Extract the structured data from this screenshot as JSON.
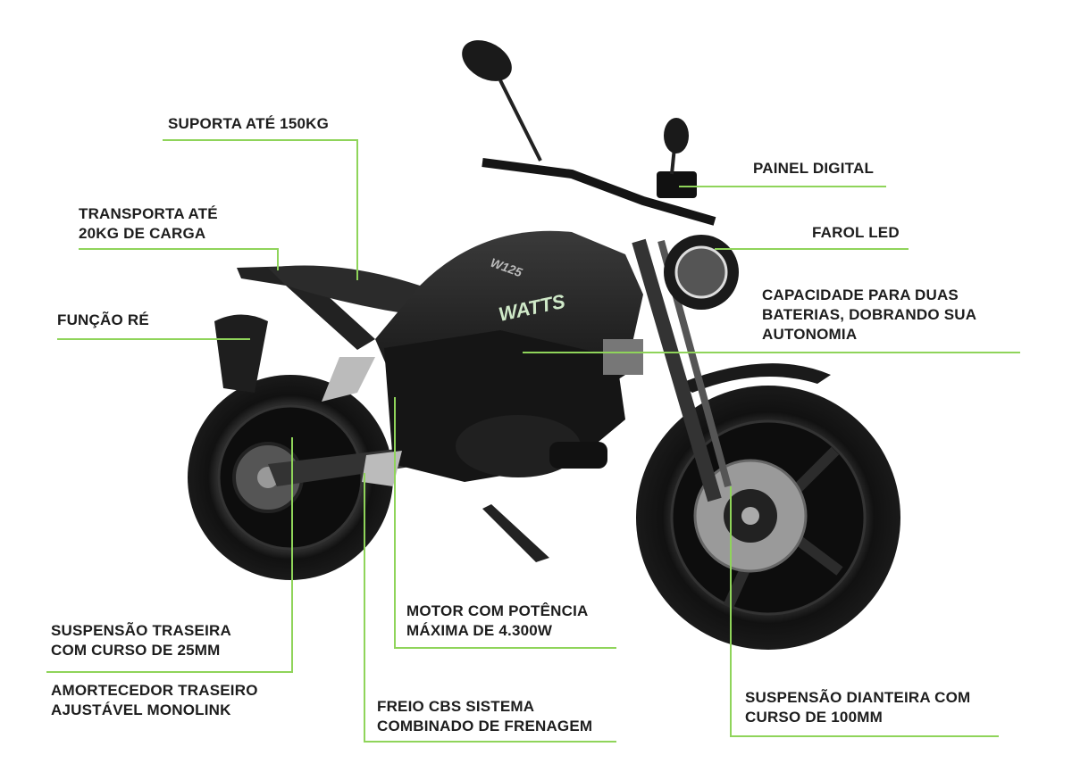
{
  "accent_color": "#8fd45a",
  "motorcycle": {
    "brand_badge": "WATTS",
    "model_badge": "W125"
  },
  "labels": {
    "load_capacity": [
      "SUPORTA ATÉ 150KG"
    ],
    "cargo": [
      "TRANSPORTA ATÉ",
      "20KG DE CARGA"
    ],
    "reverse": [
      "FUNÇÃO RÉ"
    ],
    "dashboard": [
      "PAINEL DIGITAL"
    ],
    "headlight": [
      "FAROL LED"
    ],
    "batteries": [
      "CAPACIDADE PARA DUAS",
      "BATERIAS, DOBRANDO SUA",
      "AUTONOMIA"
    ],
    "motor": [
      "MOTOR COM POTÊNCIA",
      "MÁXIMA DE 4.300W"
    ],
    "rear_suspension": [
      "SUSPENSÃO TRASEIRA",
      "COM CURSO DE 25MM"
    ],
    "rear_shock": [
      "AMORTECEDOR TRASEIRO",
      "AJUSTÁVEL MONOLINK"
    ],
    "brake": [
      "FREIO CBS SISTEMA",
      "COMBINADO DE FRENAGEM"
    ],
    "front_suspension": [
      "SUSPENSÃO DIANTEIRA COM",
      "CURSO DE 100MM"
    ]
  }
}
